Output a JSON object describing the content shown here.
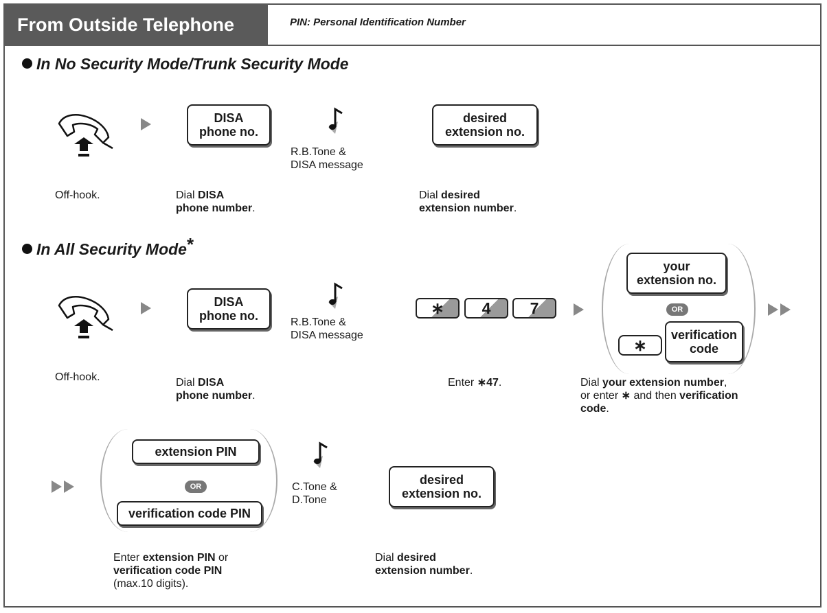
{
  "header": {
    "title": "From Outside Telephone",
    "note": "PIN: Personal Identification Number"
  },
  "mode1": {
    "title": "In No Security Mode/Trunk Security Mode",
    "key_disa": [
      "DISA",
      "phone no."
    ],
    "tone": [
      "R.B.Tone &",
      "DISA message"
    ],
    "key_ext": [
      "desired",
      "extension no."
    ],
    "cap_offhook": "Off-hook.",
    "cap_dial_disa": {
      "pre": "Dial ",
      "b1": "DISA",
      "b2": "phone number",
      "post": "."
    },
    "cap_dial_ext": {
      "pre": "Dial ",
      "b1": "desired",
      "b2": "extension number",
      "post": "."
    }
  },
  "mode2": {
    "title": "In All Security Mode",
    "star": "*",
    "key_disa": [
      "DISA",
      "phone no."
    ],
    "tone": [
      "R.B.Tone &",
      "DISA message"
    ],
    "keys_code": [
      "∗",
      "4",
      "7"
    ],
    "key_your_ext": [
      "your",
      "extension no."
    ],
    "or_label": "OR",
    "key_star": "∗",
    "key_verif": [
      "verification",
      "code"
    ],
    "cap_offhook": "Off-hook.",
    "cap_dial_disa": {
      "pre": "Dial ",
      "b1": "DISA",
      "b2": "phone number",
      "post": "."
    },
    "cap_enter": {
      "pre": "Enter ",
      "b": "∗47",
      "post": "."
    },
    "cap_dial_your": {
      "l1_pre": "Dial ",
      "l1_b": "your extension number",
      "l1_post": ",",
      "l2_pre": "or enter ",
      "l2_b": "∗",
      "l2_mid": " and then ",
      "l2_b2": "verification",
      "l3_b": "code",
      "l3_post": "."
    }
  },
  "mode3": {
    "key_ext_pin": "extension PIN",
    "or_label": "OR",
    "key_verif_pin": "verification code PIN",
    "tone": [
      "C.Tone &",
      "D.Tone"
    ],
    "key_ext": [
      "desired",
      "extension no."
    ],
    "cap_pin": {
      "l1_pre": "Enter ",
      "l1_b": "extension PIN",
      "l1_post": " or",
      "l2_b": "verification code PIN",
      "l3": "(max.10 digits)."
    },
    "cap_dial_ext": {
      "pre": "Dial ",
      "b1": "desired",
      "b2": "extension number",
      "post": "."
    }
  }
}
